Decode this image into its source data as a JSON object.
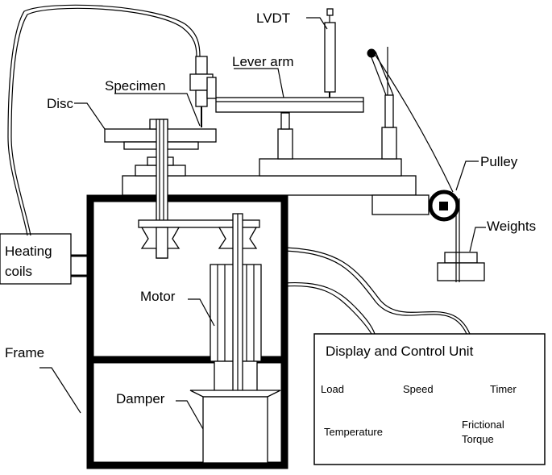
{
  "labels": {
    "lvdt": "LVDT",
    "lever_arm": "Lever arm",
    "specimen": "Specimen",
    "disc": "Disc",
    "pulley": "Pulley",
    "weights": "Weights",
    "heating_coils_line1": "Heating",
    "heating_coils_line2": "coils",
    "motor": "Motor",
    "frame": "Frame",
    "damper": "Damper"
  },
  "display_unit": {
    "title": "Display and Control Unit",
    "load": "Load",
    "speed": "Speed",
    "timer": "Timer",
    "temperature": "Temperature",
    "frictional_line1": "Frictional",
    "frictional_line2": "Torque"
  }
}
